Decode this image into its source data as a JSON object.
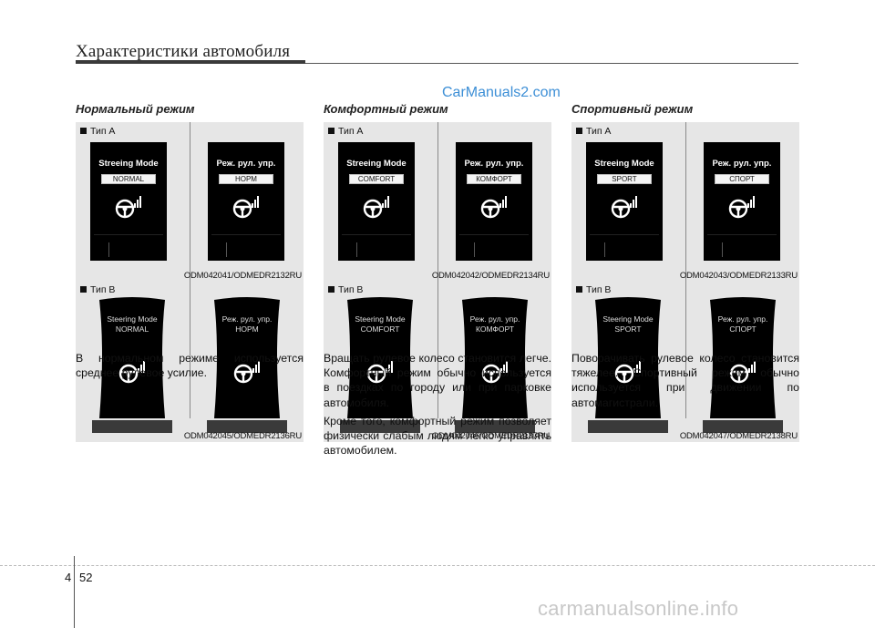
{
  "header": {
    "title": "Характеристики автомобиля"
  },
  "watermark_top": "CarManuals2.com",
  "columns": [
    {
      "title": "Нормальный режим",
      "type_a_label": "Тип А",
      "type_b_label": "Тип B",
      "screen_a_left_title": "Streeing Mode",
      "screen_a_left_value": "NORMAL",
      "screen_a_right_title": "Реж. рул. упр.",
      "screen_a_right_value": "НОРМ",
      "code_a": "ODM042041/ODMEDR2132RU",
      "screen_b_left_title": "Steering Mode",
      "screen_b_left_value": "NORMAL",
      "screen_b_right_title": "Реж. рул. упр.",
      "screen_b_right_value": "НОРМ",
      "code_b": "ODM042045/ODMEDR2136RU",
      "paragraphs": [
        "В нормальном режиме используется среднее рулевое усилие."
      ]
    },
    {
      "title": "Комфортный режим",
      "type_a_label": "Тип А",
      "type_b_label": "Тип B",
      "screen_a_left_title": "Streeing Mode",
      "screen_a_left_value": "COMFORT",
      "screen_a_right_title": "Реж. рул. упр.",
      "screen_a_right_value": "КОМФОРТ",
      "code_a": "ODM042042/ODMEDR2134RU",
      "screen_b_left_title": "Steering Mode",
      "screen_b_left_value": "COMFORT",
      "screen_b_right_title": "Реж. рул. упр.",
      "screen_b_right_value": "КОМФОРТ",
      "code_b": "ODM042046/ODMEDR2137RU",
      "paragraphs": [
        "Вращать рулевое колесо становится легче. Комфортный режим обычно используется в поездках по городу или при парковке автомобиля.",
        "Кроме того, комфортный режим позволяет физически слабым людям легко управлять автомобилем."
      ]
    },
    {
      "title": "Спортивный режим",
      "type_a_label": "Тип А",
      "type_b_label": "Тип B",
      "screen_a_left_title": "Streeing Mode",
      "screen_a_left_value": "SPORT",
      "screen_a_right_title": "Реж. рул. упр.",
      "screen_a_right_value": "СПОРТ",
      "code_a": "ODM042043/ODMEDR2133RU",
      "screen_b_left_title": "Steering Mode",
      "screen_b_left_value": "SPORT",
      "screen_b_right_title": "Реж. рул. упр.",
      "screen_b_right_value": "СПОРТ",
      "code_b": "ODM042047/ODMEDR2138RU",
      "paragraphs": [
        "Поворачивать рулевое колесо становится тяжелее. Спортивный режим обычно используется при движении по автомагистрали."
      ]
    }
  ],
  "footer": {
    "section": "4",
    "page": "52",
    "watermark": "carmanualsonline.info"
  },
  "colors": {
    "watermark_top": "#3d8fd6",
    "panel_bg": "#e6e6e6",
    "screen_bg": "#000000"
  },
  "icons": [
    "steering-wheel-icon",
    "signal-bars-icon"
  ]
}
